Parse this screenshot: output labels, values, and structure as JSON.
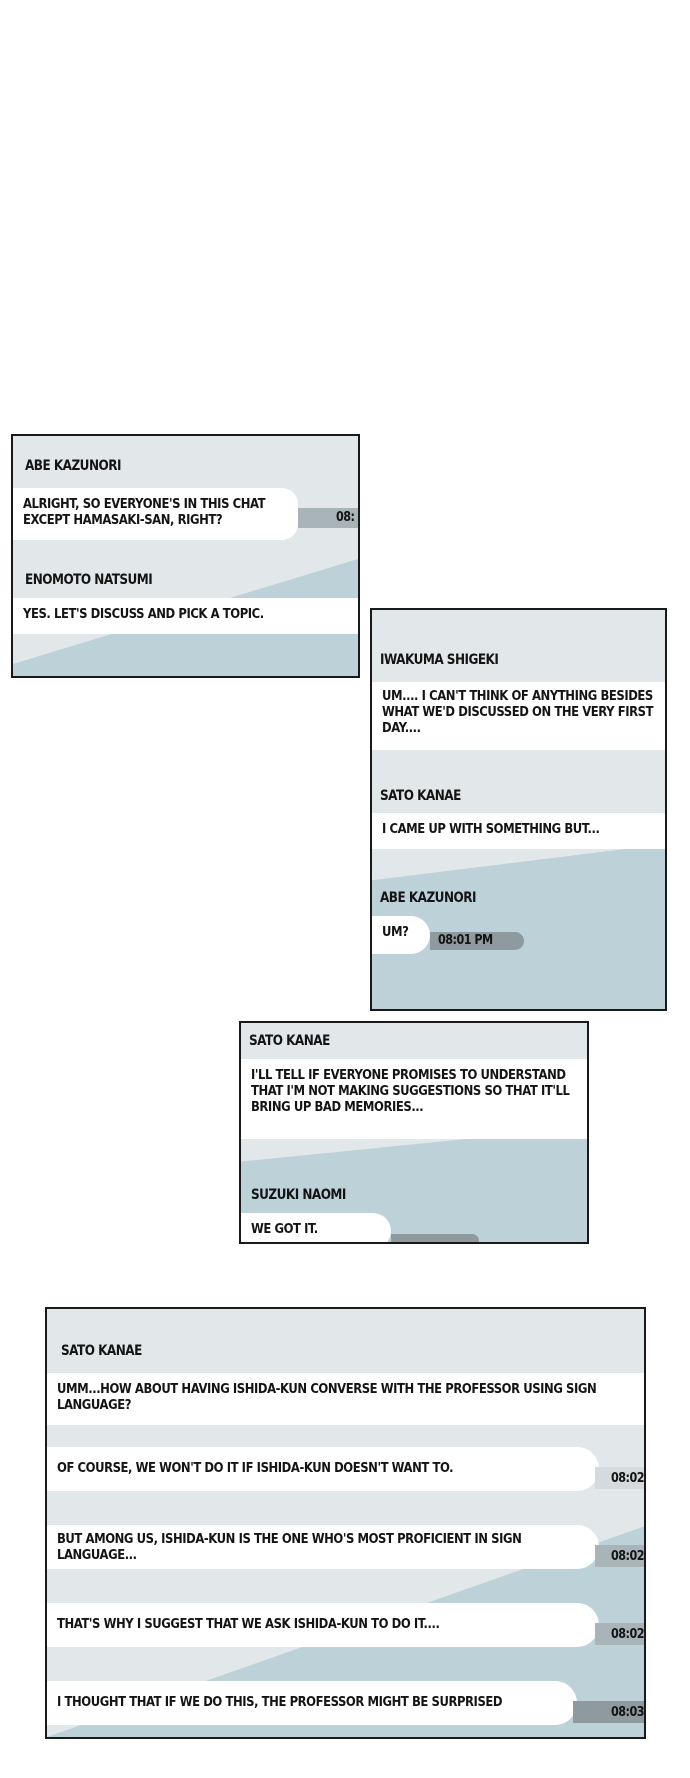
{
  "panel1": {
    "messages": [
      {
        "sender": "ABE KAZUNORI",
        "text": "ALRIGHT, SO EVERYONE'S IN THIS CHAT EXCEPT HAMASAKI-SAN, RIGHT?",
        "time": "08:"
      },
      {
        "sender": "ENOMOTO NATSUMI",
        "text": "YES. LET'S DISCUSS AND PICK A TOPIC."
      }
    ]
  },
  "panel2": {
    "messages": [
      {
        "sender": "IWAKUMA SHIGEKI",
        "text": "UM.... I CAN'T THINK OF ANYTHING BESIDES WHAT WE'D DISCUSSED ON THE VERY FIRST DAY...."
      },
      {
        "sender": "SATO KANAE",
        "text": "I CAME UP WITH SOMETHING BUT..."
      },
      {
        "sender": "ABE KAZUNORI",
        "text": "UM?",
        "time": "08:01 PM"
      }
    ]
  },
  "panel3": {
    "messages": [
      {
        "sender": "SATO KANAE",
        "text": "I'LL TELL IF EVERYONE PROMISES TO UNDERSTAND THAT I'M NOT MAKING SUGGESTIONS SO THAT IT'LL BRING UP BAD MEMORIES..."
      },
      {
        "sender": "SUZUKI NAOMI",
        "text": "WE GOT IT."
      }
    ]
  },
  "panel4": {
    "sender": "SATO KANAE",
    "messages": [
      {
        "text": "UMM...HOW ABOUT HAVING ISHIDA-KUN CONVERSE WITH THE PROFESSOR USING SIGN LANGUAGE?"
      },
      {
        "text": "OF COURSE, WE WON'T DO IT IF ISHIDA-KUN DOESN'T WANT TO.",
        "time": "08:02"
      },
      {
        "text": "BUT AMONG US, ISHIDA-KUN IS THE ONE WHO'S MOST PROFICIENT IN SIGN LANGUAGE...",
        "time": "08:02"
      },
      {
        "text": "THAT'S WHY I SUGGEST THAT WE ASK ISHIDA-KUN TO DO IT....",
        "time": "08:02"
      },
      {
        "text": "I THOUGHT THAT IF WE DO THIS, THE PROFESSOR MIGHT BE SURPRISED",
        "time": "08:03"
      }
    ]
  },
  "colors": {
    "panel_bg": "#e2e8ea",
    "panel_band": "#bdd1d9",
    "bubble": "#ffffff",
    "border": "#1a1a1a",
    "time_bar": "#a9b4b9"
  }
}
